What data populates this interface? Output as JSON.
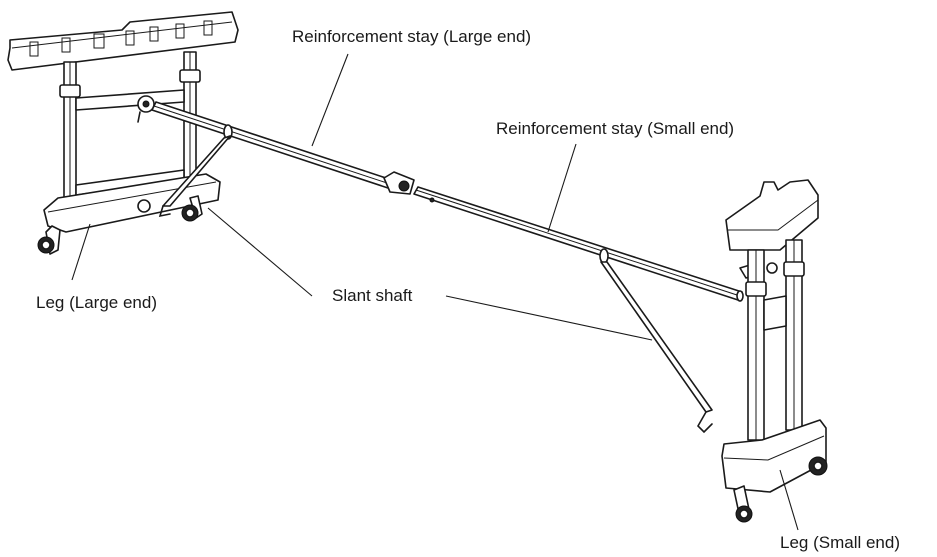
{
  "labels": {
    "stay_large": "Reinforcement stay (Large end)",
    "stay_small": "Reinforcement stay (Small end)",
    "leg_large": "Leg (Large end)",
    "slant_shaft": "Slant shaft",
    "leg_small": "Leg (Small end)"
  },
  "colors": {
    "line": "#1a1a1a",
    "background": "#ffffff"
  }
}
